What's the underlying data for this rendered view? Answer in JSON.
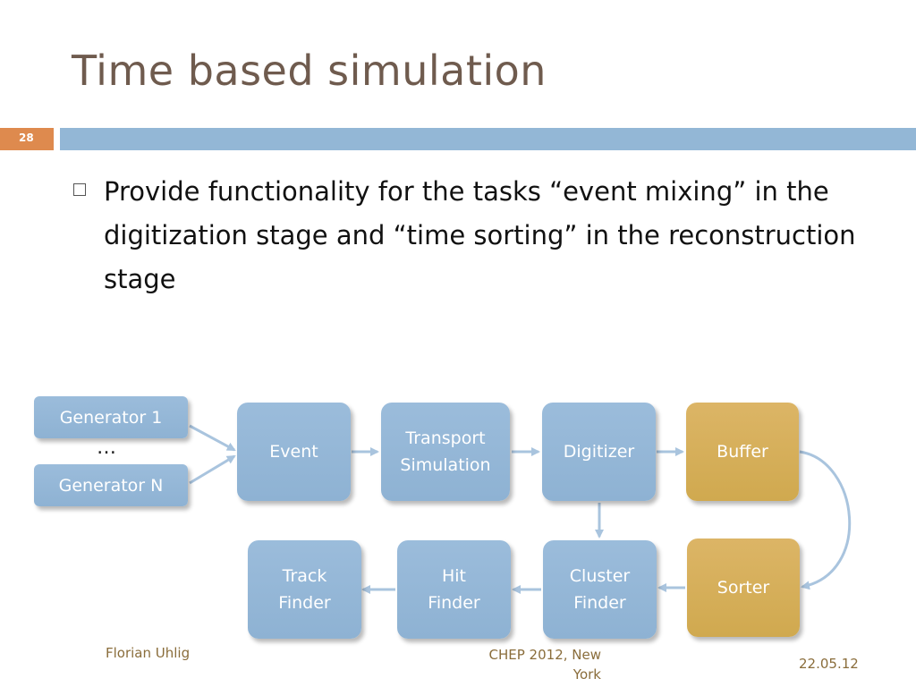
{
  "slide": {
    "title": "Time based simulation",
    "page_number": "28",
    "bullet": "Provide functionality for the tasks “event mixing” in the digitization stage and “time sorting” in the reconstruction stage"
  },
  "diagram": {
    "generator_1": "Generator 1",
    "ellipsis": "…",
    "generator_n": "Generator N",
    "event": "Event",
    "transport_simulation": "Transport\nSimulation",
    "digitizer": "Digitizer",
    "buffer": "Buffer",
    "sorter": "Sorter",
    "cluster_finder": "Cluster\nFinder",
    "hit_finder": "Hit\nFinder",
    "track_finder": "Track\nFinder"
  },
  "footer": {
    "author": "Florian Uhlig",
    "conference": "CHEP 2012, New\nYork",
    "date": "22.05.12"
  },
  "colors": {
    "title": "#6f5b4e",
    "accent_orange": "#de8a4e",
    "rule_blue": "#93b7d6",
    "node_blue": "#8eb2d3",
    "node_gold": "#d0a94f",
    "arrow": "#a9c4de",
    "footer_text": "#8a6d3b"
  }
}
